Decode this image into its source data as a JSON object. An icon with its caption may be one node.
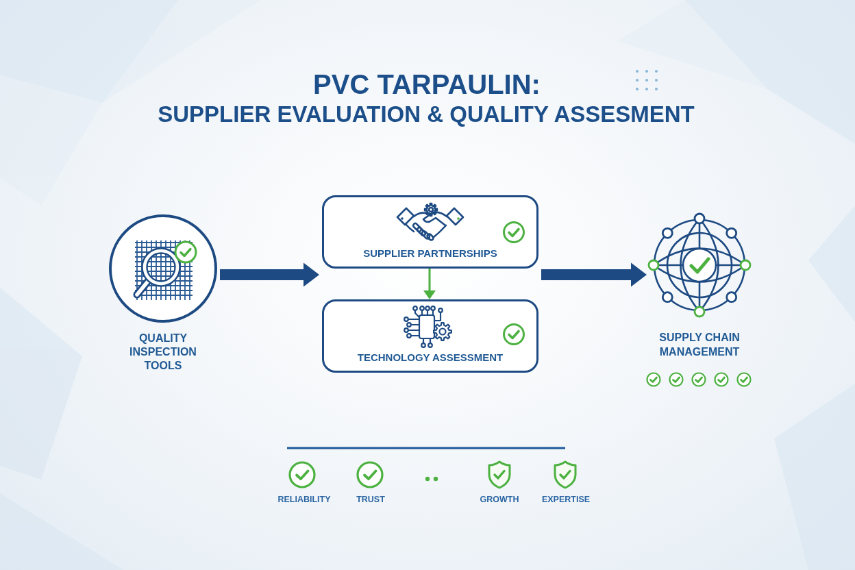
{
  "diagram": {
    "title": "PVC TARPAULIN:",
    "nodes": [
      {
        "text": [
          "QUALITY INSPECTION TOOLS"
        ]
      },
      {
        "text": [
          "SUPPLIER PARTNERSHIPS"
        ]
      },
      {
        "text": [
          "TECHNOLOGY ASSESSMENT"
        ]
      },
      {
        "text": [
          "SUPPLY CHAIN MANAGEMENT"
        ]
      }
    ],
    "edges": [
      {
        "from": 0,
        "to": 1,
        "arrow": "to"
      },
      {
        "from": 1,
        "to": 2,
        "arrow": "to",
        "color": "#4cb140"
      },
      {
        "from": 1,
        "to": 3,
        "arrow": "to"
      }
    ],
    "labels": [
      "SUPPLIER EVALUATION & QUALITY ASSESMENT",
      "RELIABILITY",
      "TRUST",
      "GROWTH",
      "EXPERTISE"
    ]
  }
}
